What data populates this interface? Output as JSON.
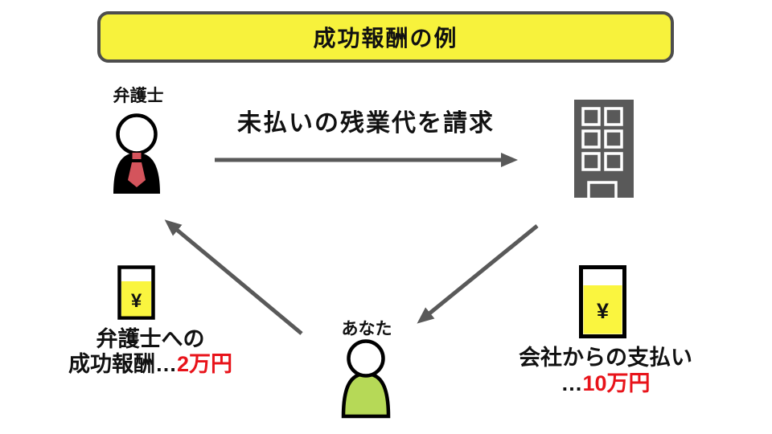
{
  "title": "成功報酬の例",
  "lawyer": {
    "label": "弁護士"
  },
  "you": {
    "label": "あなた"
  },
  "claim": {
    "label": "未払いの残業代を請求"
  },
  "fee": {
    "line1": "弁護士への",
    "prefix": "成功報酬…",
    "amount": "2万円",
    "yen": "¥"
  },
  "payment": {
    "line1": "会社からの支払い",
    "prefix": "…",
    "amount": "10万円",
    "yen": "¥"
  },
  "colors": {
    "banner_yellow": "#F7F23C",
    "banner_border_gray": "#4D4D4D",
    "arrow_gray": "#595959",
    "building_gray": "#595959",
    "money_yellow": "#FAF53F",
    "tie_red": "#D4545C",
    "person_green": "#B6D957",
    "accent_red": "#E8131A",
    "outline_black": "#000000"
  }
}
